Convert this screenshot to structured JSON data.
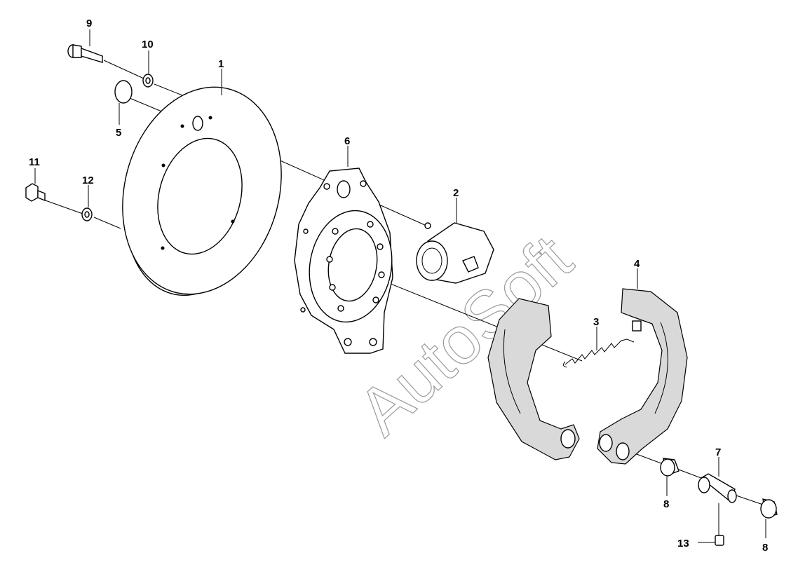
{
  "watermark": "AutoSoft",
  "callouts": {
    "c1": "1",
    "c2": "2",
    "c3": "3",
    "c4": "4",
    "c5": "5",
    "c6": "6",
    "c7": "7",
    "c8a": "8",
    "c8b": "8",
    "c9": "9",
    "c10": "10",
    "c11": "11",
    "c12": "12",
    "c13": "13"
  }
}
